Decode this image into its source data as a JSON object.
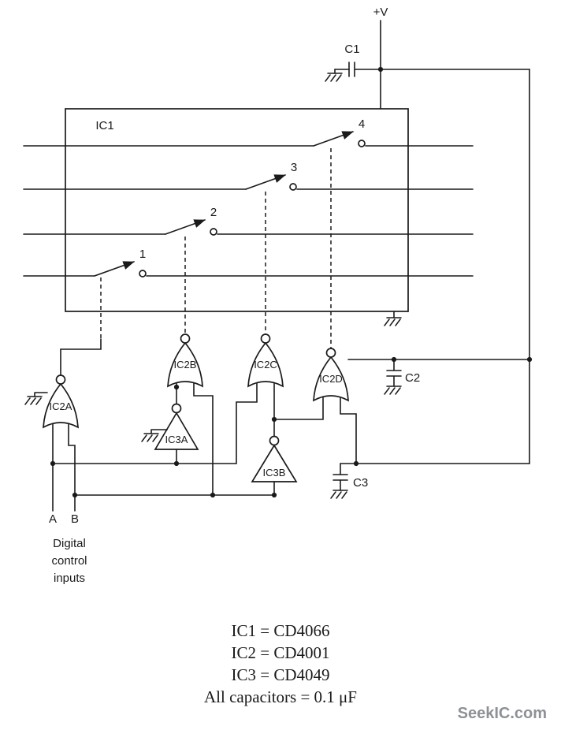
{
  "figure": {
    "power_label": "+V",
    "ic1_label": "IC1",
    "switch_labels": [
      "1",
      "2",
      "3",
      "4"
    ],
    "capacitor_labels": {
      "c1": "C1",
      "c2": "C2",
      "c3": "C3"
    },
    "gate_labels": {
      "ic2a": "IC2A",
      "ic2b": "IC2B",
      "ic2c": "IC2C",
      "ic2d": "IC2D",
      "ic3a": "IC3A",
      "ic3b": "IC3B"
    },
    "input_labels": {
      "a": "A",
      "b": "B"
    },
    "caption": {
      "line1": "Digital",
      "line2": "control",
      "line3": "inputs"
    }
  },
  "legend": {
    "line1": "IC1 = CD4066",
    "line2": "IC2 = CD4001",
    "line3": "IC3 = CD4049",
    "line4": "All capacitors = 0.1 μF"
  },
  "watermark": "SeekIC.com",
  "colors": {
    "ink": "#1a1a1a",
    "watermark": "#8e9196",
    "background": "#ffffff"
  }
}
